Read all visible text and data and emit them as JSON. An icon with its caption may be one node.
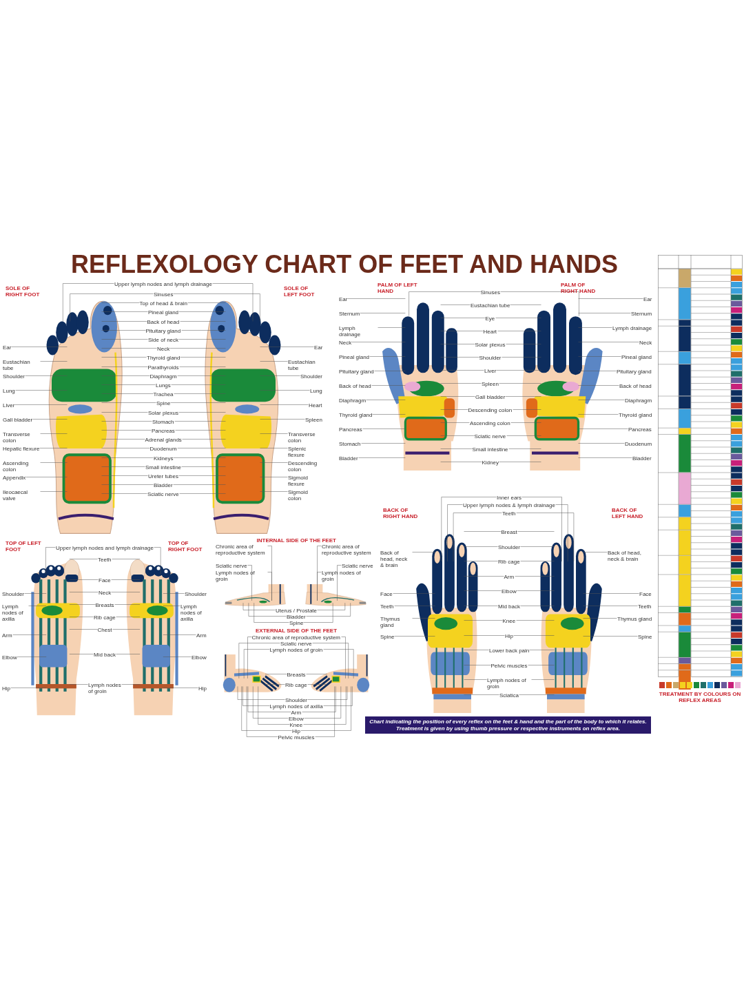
{
  "diagram": {
    "title": "REFLEXOLOGY CHART OF FEET AND HANDS",
    "caption": "Chart indicating the position of every reflex on the feet & hand and the part of the body to which it relates. Treatment is given by using thumb pressure or respective instruments on reflex area.",
    "nodes": [
      {
        "text": [],
        "shape": "picture"
      },
      {
        "text": [],
        "shape": "picture"
      },
      {
        "text": [
          "Upper lymph nodes and lymph drainage"
        ]
      },
      {
        "text": [
          "Sinuses"
        ]
      },
      {
        "text": [
          "Top of head & brain"
        ]
      },
      {
        "text": [
          "Pineal gland"
        ]
      },
      {
        "text": [
          "Back of head"
        ]
      },
      {
        "text": [
          "Pituitary gland"
        ]
      },
      {
        "text": [
          "Side of neck"
        ]
      },
      {
        "text": [
          "Neck"
        ]
      },
      {
        "text": [
          "Thyroid gland"
        ]
      },
      {
        "text": [
          "Parathyroids"
        ]
      },
      {
        "text": [
          "Diaphragm"
        ]
      },
      {
        "text": [
          "Lungs"
        ]
      },
      {
        "text": [
          "Trachea"
        ]
      },
      {
        "text": [
          "Spine"
        ]
      },
      {
        "text": [
          "Solar plexus"
        ]
      },
      {
        "text": [
          "Stomach"
        ]
      },
      {
        "text": [
          "Pancreas"
        ]
      },
      {
        "text": [
          "Adrenal glands"
        ]
      },
      {
        "text": [
          "Duodenum"
        ]
      },
      {
        "text": [
          "Kidneys"
        ]
      },
      {
        "text": [
          "Small intestine"
        ]
      },
      {
        "text": [
          "Ureter tubes"
        ]
      },
      {
        "text": [
          "Bladder"
        ]
      },
      {
        "text": [
          "Sciatic nerve"
        ]
      },
      {
        "text": [
          "Ear"
        ]
      },
      {
        "text": [
          "Eustachian tube"
        ]
      },
      {
        "text": [
          "Shoulder"
        ]
      },
      {
        "text": [
          "Lung"
        ]
      },
      {
        "text": [
          "Liver"
        ]
      },
      {
        "text": [
          "Gall bladder"
        ]
      },
      {
        "text": [
          "Transverse colon"
        ]
      },
      {
        "text": [
          "Hepatic flexure"
        ]
      },
      {
        "text": [
          "Ascending colon"
        ]
      },
      {
        "text": [
          "Appendix"
        ]
      },
      {
        "text": [
          "Ileocaecal valve"
        ]
      },
      {
        "text": [
          "Ear"
        ]
      },
      {
        "text": [
          "Eustachian tube"
        ]
      },
      {
        "text": [
          "Shoulder"
        ]
      },
      {
        "text": [
          "Lung"
        ]
      },
      {
        "text": [
          "Heart"
        ]
      },
      {
        "text": [
          "Spleen"
        ]
      },
      {
        "text": [
          "Transverse colon"
        ]
      },
      {
        "text": [
          "Splenic flexure"
        ]
      },
      {
        "text": [
          "Descending colon"
        ]
      },
      {
        "text": [
          "Sigmoid flexure"
        ]
      },
      {
        "text": [
          "Sigmoid colon"
        ]
      },
      {
        "text": [],
        "shape": "picture"
      },
      {
        "text": [],
        "shape": "picture"
      },
      {
        "text": [
          "Sinuses"
        ]
      },
      {
        "text": [
          "Eustachian tube"
        ]
      },
      {
        "text": [
          "Eye"
        ]
      },
      {
        "text": [
          "Heart"
        ]
      },
      {
        "text": [
          "Solar plexus"
        ]
      },
      {
        "text": [
          "Shoulder"
        ]
      },
      {
        "text": [
          "Liver"
        ]
      },
      {
        "text": [
          "Spleen"
        ]
      },
      {
        "text": [
          "Gall bladder"
        ]
      },
      {
        "text": [
          "Descending colon"
        ]
      },
      {
        "text": [
          "Ascending colon"
        ]
      },
      {
        "text": [
          "Sciatic nerve"
        ]
      },
      {
        "text": [
          "Small intestine"
        ]
      },
      {
        "text": [
          "Kidney"
        ]
      },
      {
        "text": [
          "Ear"
        ]
      },
      {
        "text": [
          "Sternum"
        ]
      },
      {
        "text": [
          "Lymph drainage"
        ]
      },
      {
        "text": [
          "Neck"
        ]
      },
      {
        "text": [
          "Pineal gland"
        ]
      },
      {
        "text": [
          "Pituitary gland"
        ]
      },
      {
        "text": [
          "Back of head"
        ]
      },
      {
        "text": [
          "Diaphragm"
        ]
      },
      {
        "text": [
          "Thyroid gland"
        ]
      },
      {
        "text": [
          "Pancreas"
        ]
      },
      {
        "text": [
          "Stomach"
        ]
      },
      {
        "text": [
          "Bladder"
        ]
      },
      {
        "text": [
          "Ear"
        ]
      },
      {
        "text": [
          "Sternum"
        ]
      },
      {
        "text": [
          "Lymph drainage"
        ]
      },
      {
        "text": [
          "Neck"
        ]
      },
      {
        "text": [
          "Pineal gland"
        ]
      },
      {
        "text": [
          "Pituitary gland"
        ]
      },
      {
        "text": [
          "Back of head"
        ]
      },
      {
        "text": [
          "Diaphragm"
        ]
      },
      {
        "text": [
          "Thyroid gland"
        ]
      },
      {
        "text": [
          "Pancreas"
        ]
      },
      {
        "text": [
          "Duodenum"
        ]
      },
      {
        "text": [
          "Bladder"
        ]
      },
      {
        "text": [],
        "shape": "picture"
      },
      {
        "text": [],
        "shape": "picture"
      },
      {
        "text": [
          "Inner ears"
        ]
      },
      {
        "text": [
          "Upper lymph nodes & lymph drainage"
        ]
      },
      {
        "text": [
          "Teeth"
        ]
      },
      {
        "text": [
          "Breast"
        ]
      },
      {
        "text": [
          "Shoulder"
        ]
      },
      {
        "text": [
          "Rib cage"
        ]
      },
      {
        "text": [
          "Arm"
        ]
      },
      {
        "text": [
          "Elbow"
        ]
      },
      {
        "text": [
          "Mid back"
        ]
      },
      {
        "text": [
          "Knee"
        ]
      },
      {
        "text": [
          "Hip"
        ]
      },
      {
        "text": [
          "Lower back pain"
        ]
      },
      {
        "text": [
          "Pelvic muscles"
        ]
      },
      {
        "text": [
          "Lymph nodes of groin"
        ]
      },
      {
        "text": [
          "Sciatica"
        ]
      },
      {
        "text": [
          "Back of head, neck & brain"
        ]
      },
      {
        "text": [
          "Face"
        ]
      },
      {
        "text": [
          "Teeth"
        ]
      },
      {
        "text": [
          "Thymus gland"
        ]
      },
      {
        "text": [
          "Spine"
        ]
      },
      {
        "text": [
          "Back of head, neck & brain"
        ]
      },
      {
        "text": [
          "Face"
        ]
      },
      {
        "text": [
          "Teeth"
        ]
      },
      {
        "text": [
          "Thymus gland"
        ]
      },
      {
        "text": [
          "Spine"
        ]
      },
      {
        "text": [],
        "shape": "picture"
      },
      {
        "text": [],
        "shape": "picture"
      },
      {
        "text": [
          "Upper lymph nodes and lymph drainage"
        ]
      },
      {
        "text": [
          "Teeth"
        ]
      },
      {
        "text": [
          "Face"
        ]
      },
      {
        "text": [
          "Neck"
        ]
      },
      {
        "text": [
          "Breasts"
        ]
      },
      {
        "text": [
          "Rib cage"
        ]
      },
      {
        "text": [
          "Chest"
        ]
      },
      {
        "text": [
          "Mid back"
        ]
      },
      {
        "text": [
          "Lymph nodes of groin"
        ]
      },
      {
        "text": [
          "Shoulder"
        ]
      },
      {
        "text": [
          "Lymph nodes of axilla"
        ]
      },
      {
        "text": [
          "Arm"
        ]
      },
      {
        "text": [
          "Elbow"
        ]
      },
      {
        "text": [
          "Hip"
        ]
      },
      {
        "text": [
          "Shoulder"
        ]
      },
      {
        "text": [
          "Lymph nodes of axilla"
        ]
      },
      {
        "text": [
          "Arm"
        ]
      },
      {
        "text": [
          "Elbow"
        ]
      },
      {
        "text": [
          "Hip"
        ]
      },
      {
        "text": [],
        "shape": "picture"
      },
      {
        "text": [],
        "shape": "picture"
      },
      {
        "text": [
          "Chronic area of reproductive system"
        ]
      },
      {
        "text": [
          "Sciatic nerve"
        ]
      },
      {
        "text": [
          "Lymph nodes of groin"
        ]
      },
      {
        "text": [
          "Chronic area of reproductive system"
        ]
      },
      {
        "text": [
          "Sciatic nerve"
        ]
      },
      {
        "text": [
          "Lymph nodes of groin"
        ]
      },
      {
        "text": [
          "Uterus / Prostate"
        ]
      },
      {
        "text": [
          "Bladder"
        ]
      },
      {
        "text": [
          "Spine"
        ]
      },
      {
        "text": [],
        "shape": "picture"
      },
      {
        "text": [],
        "shape": "picture"
      },
      {
        "text": [
          "Chronic area of reproductive system"
        ]
      },
      {
        "text": [
          "Sciatic nerve"
        ]
      },
      {
        "text": [
          "Lymph nodes of groin"
        ]
      },
      {
        "text": [
          "Breasts"
        ]
      },
      {
        "text": [
          "Rib cage"
        ]
      },
      {
        "text": [
          "Shoulder"
        ]
      },
      {
        "text": [
          "Lymph nodes of axilla"
        ]
      },
      {
        "text": [
          "Arm"
        ]
      },
      {
        "text": [
          "Elbow"
        ]
      },
      {
        "text": [
          "Knee"
        ]
      },
      {
        "text": [
          "Hip"
        ]
      },
      {
        "text": [
          "Pelvic muscles"
        ]
      }
    ],
    "edges": [
      {
        "from": 2,
        "to": 0,
        "arrow": "none"
      },
      {
        "from": 2,
        "to": 1,
        "arrow": "none"
      },
      {
        "from": 3,
        "to": 0,
        "arrow": "none"
      },
      {
        "from": 3,
        "to": 1,
        "arrow": "none"
      },
      {
        "from": 4,
        "to": 0,
        "arrow": "none"
      },
      {
        "from": 4,
        "to": 1,
        "arrow": "none"
      },
      {
        "from": 5,
        "to": 0,
        "arrow": "none"
      },
      {
        "from": 5,
        "to": 1,
        "arrow": "none"
      },
      {
        "from": 6,
        "to": 0,
        "arrow": "none"
      },
      {
        "from": 6,
        "to": 1,
        "arrow": "none"
      },
      {
        "from": 7,
        "to": 0,
        "arrow": "none"
      },
      {
        "from": 7,
        "to": 1,
        "arrow": "none"
      },
      {
        "from": 8,
        "to": 0,
        "arrow": "none"
      },
      {
        "from": 8,
        "to": 1,
        "arrow": "none"
      },
      {
        "from": 9,
        "to": 0,
        "arrow": "none"
      },
      {
        "from": 9,
        "to": 1,
        "arrow": "none"
      },
      {
        "from": 10,
        "to": 0,
        "arrow": "none"
      },
      {
        "from": 10,
        "to": 1,
        "arrow": "none"
      },
      {
        "from": 11,
        "to": 0,
        "arrow": "none"
      },
      {
        "from": 11,
        "to": 1,
        "arrow": "none"
      },
      {
        "from": 12,
        "to": 0,
        "arrow": "none"
      },
      {
        "from": 12,
        "to": 1,
        "arrow": "none"
      },
      {
        "from": 13,
        "to": 0,
        "arrow": "none"
      },
      {
        "from": 13,
        "to": 1,
        "arrow": "none"
      },
      {
        "from": 14,
        "to": 0,
        "arrow": "none"
      },
      {
        "from": 14,
        "to": 1,
        "arrow": "none"
      },
      {
        "from": 15,
        "to": 0,
        "arrow": "none"
      },
      {
        "from": 15,
        "to": 1,
        "arrow": "none"
      },
      {
        "from": 16,
        "to": 0,
        "arrow": "none"
      },
      {
        "from": 16,
        "to": 1,
        "arrow": "none"
      },
      {
        "from": 17,
        "to": 0,
        "arrow": "none"
      },
      {
        "from": 17,
        "to": 1,
        "arrow": "none"
      },
      {
        "from": 18,
        "to": 0,
        "arrow": "none"
      },
      {
        "from": 18,
        "to": 1,
        "arrow": "none"
      },
      {
        "from": 19,
        "to": 0,
        "arrow": "none"
      },
      {
        "from": 19,
        "to": 1,
        "arrow": "none"
      },
      {
        "from": 20,
        "to": 0,
        "arrow": "none"
      },
      {
        "from": 20,
        "to": 1,
        "arrow": "none"
      },
      {
        "from": 21,
        "to": 0,
        "arrow": "none"
      },
      {
        "from": 21,
        "to": 1,
        "arrow": "none"
      },
      {
        "from": 22,
        "to": 0,
        "arrow": "none"
      },
      {
        "from": 22,
        "to": 1,
        "arrow": "none"
      },
      {
        "from": 23,
        "to": 0,
        "arrow": "none"
      },
      {
        "from": 23,
        "to": 1,
        "arrow": "none"
      },
      {
        "from": 24,
        "to": 0,
        "arrow": "none"
      },
      {
        "from": 24,
        "to": 1,
        "arrow": "none"
      },
      {
        "from": 25,
        "to": 0,
        "arrow": "none"
      },
      {
        "from": 25,
        "to": 1,
        "arrow": "none"
      },
      {
        "from": 26,
        "to": 0,
        "arrow": "none"
      },
      {
        "from": 27,
        "to": 0,
        "arrow": "none"
      },
      {
        "from": 28,
        "to": 0,
        "arrow": "none"
      },
      {
        "from": 29,
        "to": 0,
        "arrow": "none"
      },
      {
        "from": 30,
        "to": 0,
        "arrow": "none"
      },
      {
        "from": 31,
        "to": 0,
        "arrow": "none"
      },
      {
        "from": 32,
        "to": 0,
        "arrow": "none"
      },
      {
        "from": 33,
        "to": 0,
        "arrow": "none"
      },
      {
        "from": 34,
        "to": 0,
        "arrow": "none"
      },
      {
        "from": 35,
        "to": 0,
        "arrow": "none"
      },
      {
        "from": 36,
        "to": 0,
        "arrow": "none"
      },
      {
        "from": 37,
        "to": 1,
        "arrow": "none"
      },
      {
        "from": 38,
        "to": 1,
        "arrow": "none"
      },
      {
        "from": 39,
        "to": 1,
        "arrow": "none"
      },
      {
        "from": 40,
        "to": 1,
        "arrow": "none"
      },
      {
        "from": 41,
        "to": 1,
        "arrow": "none"
      },
      {
        "from": 42,
        "to": 1,
        "arrow": "none"
      },
      {
        "from": 43,
        "to": 1,
        "arrow": "none"
      },
      {
        "from": 44,
        "to": 1,
        "arrow": "none"
      },
      {
        "from": 45,
        "to": 1,
        "arrow": "none"
      },
      {
        "from": 46,
        "to": 1,
        "arrow": "none"
      },
      {
        "from": 47,
        "to": 1,
        "arrow": "none"
      },
      {
        "from": 50,
        "to": 48,
        "arrow": "none"
      },
      {
        "from": 50,
        "to": 49,
        "arrow": "none"
      },
      {
        "from": 51,
        "to": 48,
        "arrow": "none"
      },
      {
        "from": 51,
        "to": 49,
        "arrow": "none"
      },
      {
        "from": 52,
        "to": 48,
        "arrow": "none"
      },
      {
        "from": 52,
        "to": 49,
        "arrow": "none"
      },
      {
        "from": 53,
        "to": 48,
        "arrow": "none"
      },
      {
        "from": 53,
        "to": 49,
        "arrow": "none"
      },
      {
        "from": 54,
        "to": 48,
        "arrow": "none"
      },
      {
        "from": 54,
        "to": 49,
        "arrow": "none"
      },
      {
        "from": 55,
        "to": 48,
        "arrow": "none"
      },
      {
        "from": 55,
        "to": 49,
        "arrow": "none"
      },
      {
        "from": 56,
        "to": 48,
        "arrow": "none"
      },
      {
        "from": 56,
        "to": 49,
        "arrow": "none"
      },
      {
        "from": 57,
        "to": 48,
        "arrow": "none"
      },
      {
        "from": 57,
        "to": 49,
        "arrow": "none"
      },
      {
        "from": 58,
        "to": 48,
        "arrow": "none"
      },
      {
        "from": 58,
        "to": 49,
        "arrow": "none"
      },
      {
        "from": 59,
        "to": 48,
        "arrow": "none"
      },
      {
        "from": 59,
        "to": 49,
        "arrow": "none"
      },
      {
        "from": 60,
        "to": 48,
        "arrow": "none"
      },
      {
        "from": 60,
        "to": 49,
        "arrow": "none"
      },
      {
        "from": 61,
        "to": 48,
        "arrow": "none"
      },
      {
        "from": 61,
        "to": 49,
        "arrow": "none"
      },
      {
        "from": 62,
        "to": 48,
        "arrow": "none"
      },
      {
        "from": 62,
        "to": 49,
        "arrow": "none"
      },
      {
        "from": 63,
        "to": 48,
        "arrow": "none"
      },
      {
        "from": 63,
        "to": 49,
        "arrow": "none"
      },
      {
        "from": 64,
        "to": 48,
        "arrow": "none"
      },
      {
        "from": 65,
        "to": 48,
        "arrow": "none"
      },
      {
        "from": 66,
        "to": 48,
        "arrow": "none"
      },
      {
        "from": 67,
        "to": 48,
        "arrow": "none"
      },
      {
        "from": 68,
        "to": 48,
        "arrow": "none"
      },
      {
        "from": 69,
        "to": 48,
        "arrow": "none"
      },
      {
        "from": 70,
        "to": 48,
        "arrow": "none"
      },
      {
        "from": 71,
        "to": 48,
        "arrow": "none"
      },
      {
        "from": 72,
        "to": 48,
        "arrow": "none"
      },
      {
        "from": 73,
        "to": 48,
        "arrow": "none"
      },
      {
        "from": 74,
        "to": 48,
        "arrow": "none"
      },
      {
        "from": 75,
        "to": 48,
        "arrow": "none"
      },
      {
        "from": 76,
        "to": 49,
        "arrow": "none"
      },
      {
        "from": 77,
        "to": 49,
        "arrow": "none"
      },
      {
        "from": 78,
        "to": 49,
        "arrow": "none"
      },
      {
        "from": 79,
        "to": 49,
        "arrow": "none"
      },
      {
        "from": 80,
        "to": 49,
        "arrow": "none"
      },
      {
        "from": 81,
        "to": 49,
        "arrow": "none"
      },
      {
        "from": 82,
        "to": 49,
        "arrow": "none"
      },
      {
        "from": 83,
        "to": 49,
        "arrow": "none"
      },
      {
        "from": 84,
        "to": 49,
        "arrow": "none"
      },
      {
        "from": 85,
        "to": 49,
        "arrow": "none"
      },
      {
        "from": 86,
        "to": 49,
        "arrow": "none"
      },
      {
        "from": 87,
        "to": 49,
        "arrow": "none"
      },
      {
        "from": 90,
        "to": 88,
        "arrow": "none"
      },
      {
        "from": 90,
        "to": 89,
        "arrow": "none"
      },
      {
        "from": 91,
        "to": 88,
        "arrow": "none"
      },
      {
        "from": 91,
        "to": 89,
        "arrow": "none"
      },
      {
        "from": 92,
        "to": 88,
        "arrow": "none"
      },
      {
        "from": 92,
        "to": 89,
        "arrow": "none"
      },
      {
        "from": 93,
        "to": 88,
        "arrow": "none"
      },
      {
        "from": 93,
        "to": 89,
        "arrow": "none"
      },
      {
        "from": 94,
        "to": 88,
        "arrow": "none"
      },
      {
        "from": 94,
        "to": 89,
        "arrow": "none"
      },
      {
        "from": 95,
        "to": 88,
        "arrow": "none"
      },
      {
        "from": 95,
        "to": 89,
        "arrow": "none"
      },
      {
        "from": 96,
        "to": 88,
        "arrow": "none"
      },
      {
        "from": 96,
        "to": 89,
        "arrow": "none"
      },
      {
        "from": 97,
        "to": 88,
        "arrow": "none"
      },
      {
        "from": 97,
        "to": 89,
        "arrow": "none"
      },
      {
        "from": 98,
        "to": 88,
        "arrow": "none"
      },
      {
        "from": 98,
        "to": 89,
        "arrow": "none"
      },
      {
        "from": 99,
        "to": 88,
        "arrow": "none"
      },
      {
        "from": 99,
        "to": 89,
        "arrow": "none"
      },
      {
        "from": 100,
        "to": 88,
        "arrow": "none"
      },
      {
        "from": 100,
        "to": 89,
        "arrow": "none"
      },
      {
        "from": 101,
        "to": 88,
        "arrow": "none"
      },
      {
        "from": 101,
        "to": 89,
        "arrow": "none"
      },
      {
        "from": 102,
        "to": 88,
        "arrow": "none"
      },
      {
        "from": 102,
        "to": 89,
        "arrow": "none"
      },
      {
        "from": 103,
        "to": 88,
        "arrow": "none"
      },
      {
        "from": 103,
        "to": 89,
        "arrow": "none"
      },
      {
        "from": 104,
        "to": 88,
        "arrow": "none"
      },
      {
        "from": 104,
        "to": 89,
        "arrow": "none"
      },
      {
        "from": 105,
        "to": 88,
        "arrow": "none"
      },
      {
        "from": 106,
        "to": 88,
        "arrow": "none"
      },
      {
        "from": 107,
        "to": 88,
        "arrow": "none"
      },
      {
        "from": 108,
        "to": 88,
        "arrow": "none"
      },
      {
        "from": 109,
        "to": 88,
        "arrow": "none"
      },
      {
        "from": 110,
        "to": 89,
        "arrow": "none"
      },
      {
        "from": 111,
        "to": 89,
        "arrow": "none"
      },
      {
        "from": 112,
        "to": 89,
        "arrow": "none"
      },
      {
        "from": 113,
        "to": 89,
        "arrow": "none"
      },
      {
        "from": 114,
        "to": 89,
        "arrow": "none"
      },
      {
        "from": 117,
        "to": 115,
        "arrow": "none"
      },
      {
        "from": 117,
        "to": 116,
        "arrow": "none"
      },
      {
        "from": 118,
        "to": 115,
        "arrow": "none"
      },
      {
        "from": 118,
        "to": 116,
        "arrow": "none"
      },
      {
        "from": 119,
        "to": 115,
        "arrow": "none"
      },
      {
        "from": 119,
        "to": 116,
        "arrow": "none"
      },
      {
        "from": 120,
        "to": 115,
        "arrow": "none"
      },
      {
        "from": 120,
        "to": 116,
        "arrow": "none"
      },
      {
        "from": 121,
        "to": 115,
        "arrow": "none"
      },
      {
        "from": 121,
        "to": 116,
        "arrow": "none"
      },
      {
        "from": 122,
        "to": 115,
        "arrow": "none"
      },
      {
        "from": 122,
        "to": 116,
        "arrow": "none"
      },
      {
        "from": 123,
        "to": 115,
        "arrow": "none"
      },
      {
        "from": 123,
        "to": 116,
        "arrow": "none"
      },
      {
        "from": 124,
        "to": 115,
        "arrow": "none"
      },
      {
        "from": 124,
        "to": 116,
        "arrow": "none"
      },
      {
        "from": 125,
        "to": 115,
        "arrow": "none"
      },
      {
        "from": 125,
        "to": 116,
        "arrow": "none"
      },
      {
        "from": 126,
        "to": 115,
        "arrow": "none"
      },
      {
        "from": 127,
        "to": 115,
        "arrow": "none"
      },
      {
        "from": 128,
        "to": 115,
        "arrow": "none"
      },
      {
        "from": 129,
        "to": 115,
        "arrow": "none"
      },
      {
        "from": 130,
        "to": 115,
        "arrow": "none"
      },
      {
        "from": 131,
        "to": 116,
        "arrow": "none"
      },
      {
        "from": 132,
        "to": 116,
        "arrow": "none"
      },
      {
        "from": 133,
        "to": 116,
        "arrow": "none"
      },
      {
        "from": 134,
        "to": 116,
        "arrow": "none"
      },
      {
        "from": 135,
        "to": 116,
        "arrow": "none"
      },
      {
        "from": 138,
        "to": 136,
        "arrow": "none"
      },
      {
        "from": 139,
        "to": 136,
        "arrow": "none"
      },
      {
        "from": 140,
        "to": 136,
        "arrow": "none"
      },
      {
        "from": 141,
        "to": 137,
        "arrow": "none"
      },
      {
        "from": 142,
        "to": 137,
        "arrow": "none"
      },
      {
        "from": 143,
        "to": 137,
        "arrow": "none"
      },
      {
        "from": 144,
        "to": 136,
        "arrow": "none"
      },
      {
        "from": 144,
        "to": 137,
        "arrow": "none"
      },
      {
        "from": 145,
        "to": 136,
        "arrow": "none"
      },
      {
        "from": 145,
        "to": 137,
        "arrow": "none"
      },
      {
        "from": 146,
        "to": 136,
        "arrow": "none"
      },
      {
        "from": 146,
        "to": 137,
        "arrow": "none"
      },
      {
        "from": 149,
        "to": 147,
        "arrow": "none"
      },
      {
        "from": 149,
        "to": 148,
        "arrow": "none"
      },
      {
        "from": 150,
        "to": 147,
        "arrow": "none"
      },
      {
        "from": 150,
        "to": 148,
        "arrow": "none"
      },
      {
        "from": 151,
        "to": 147,
        "arrow": "none"
      },
      {
        "from": 151,
        "to": 148,
        "arrow": "none"
      },
      {
        "from": 152,
        "to": 147,
        "arrow": "none"
      },
      {
        "from": 152,
        "to": 148,
        "arrow": "none"
      },
      {
        "from": 153,
        "to": 147,
        "arrow": "none"
      },
      {
        "from": 153,
        "to": 148,
        "arrow": "none"
      },
      {
        "from": 154,
        "to": 147,
        "arrow": "none"
      },
      {
        "from": 154,
        "to": 148,
        "arrow": "none"
      },
      {
        "from": 155,
        "to": 147,
        "arrow": "none"
      },
      {
        "from": 155,
        "to": 148,
        "arrow": "none"
      },
      {
        "from": 156,
        "to": 147,
        "arrow": "none"
      },
      {
        "from": 156,
        "to": 148,
        "arrow": "none"
      },
      {
        "from": 157,
        "to": 147,
        "arrow": "none"
      },
      {
        "from": 157,
        "to": 148,
        "arrow": "none"
      },
      {
        "from": 158,
        "to": 147,
        "arrow": "none"
      },
      {
        "from": 158,
        "to": 148,
        "arrow": "none"
      },
      {
        "from": 159,
        "to": 147,
        "arrow": "none"
      },
      {
        "from": 159,
        "to": 148,
        "arrow": "none"
      },
      {
        "from": 160,
        "to": 147,
        "arrow": "none"
      },
      {
        "from": 160,
        "to": 148,
        "arrow": "none"
      }
    ],
    "labels": [
      "SOLE OF RIGHT FOOT",
      "SOLE OF LEFT FOOT",
      "PALM OF LEFT HAND",
      "PALM OF RIGHT HAND",
      "TOP OF LEFT FOOT",
      "TOP OF RIGHT FOOT",
      "INTERNAL SIDE OF THE FEET",
      "EXTERNAL SIDE OF THE FEET",
      "BACK OF RIGHT HAND",
      "BACK OF LEFT HAND",
      "TREATMENT BY COLOURS ON REFLEX AREAS"
    ]
  }
}
